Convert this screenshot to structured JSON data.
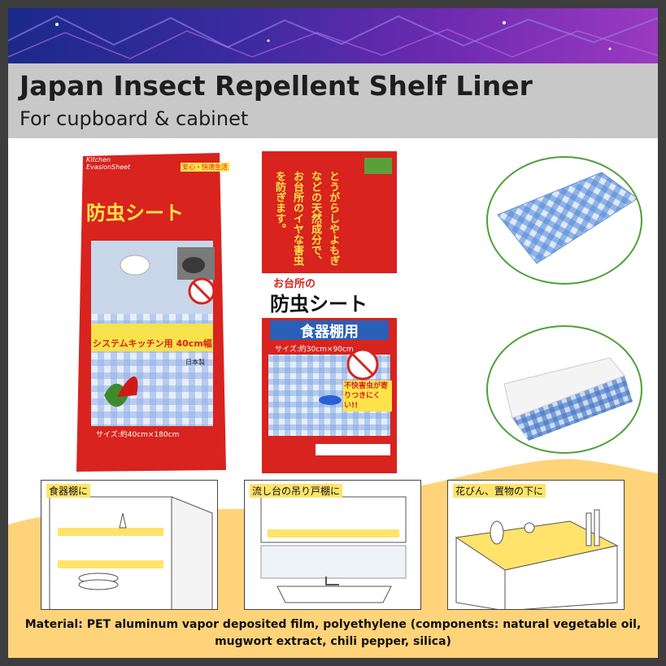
{
  "header": {
    "title": "Japan Insect Repellent Shelf Liner",
    "subtitle": "For cupboard & cabinet"
  },
  "product_left": {
    "brand": "Kitchen EvasionSheet",
    "tag": "安心・快適生活",
    "name": "防虫シート",
    "banner": "システムキッチン用 40cm幅",
    "made_in": "日本製",
    "size": "サイズ:約40cm×180cm"
  },
  "product_right": {
    "vertical_text": "とうがらしやよもぎなどの天然成分で、お台所のイヤな害虫を防ぎます。",
    "title_small": "お台所の",
    "title_big": "防虫シート",
    "usage": "食器棚用",
    "size": "サイズ:約30cm×90cm",
    "warning": "不快害虫が寄りつきにくい!!"
  },
  "panels": [
    {
      "label": "食器棚に"
    },
    {
      "label": "流し台の吊り戸棚に"
    },
    {
      "label": "花びん、置物の下に"
    }
  ],
  "footer": {
    "material": "Material: PET aluminum vapor deposited film, polyethylene (components: natural vegetable oil, mugwort extract, chili pepper, silica)"
  },
  "colors": {
    "banner_start": "#1a2a8a",
    "banner_end": "#9a3ac0",
    "title_bar": "#c8c8c8",
    "accent_yellow": "#ffd37a",
    "package_red": "#d8231e",
    "check_blue": "#5b8fd8",
    "circle_border": "#4fa03a"
  }
}
